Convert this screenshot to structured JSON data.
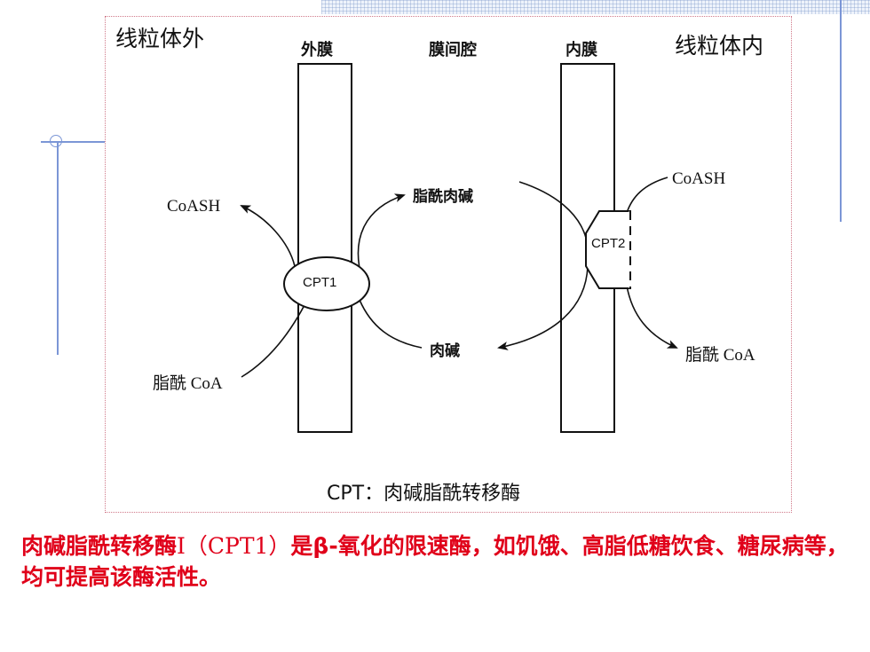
{
  "diagram": {
    "regions": {
      "outside": "线粒体外",
      "inside": "线粒体内"
    },
    "membranes": {
      "outer": "外膜",
      "space": "膜间腔",
      "inner": "内膜"
    },
    "molecules": {
      "coash_out": "CoASH",
      "acyl_coa_out": "脂酰 CoA",
      "acylcarnitine": "脂酰肉碱",
      "carnitine": "肉碱",
      "coash_in": "CoASH",
      "acyl_coa_in": "脂酰 CoA"
    },
    "enzymes": {
      "cpt1": "CPT1",
      "cpt2": "CPT2"
    },
    "legend": "CPT：肉碱脂酰转移酶"
  },
  "caption": {
    "part1": "肉碱脂酰转移酶",
    "part2": "Ⅰ（CPT1）",
    "part3": "是β-氧化的限速酶，如饥饿、高脂低糖饮食、糖尿病等，均可提高该酶活性。"
  },
  "colors": {
    "caption": "#e0001a",
    "accent_line": "#7b96d6"
  }
}
